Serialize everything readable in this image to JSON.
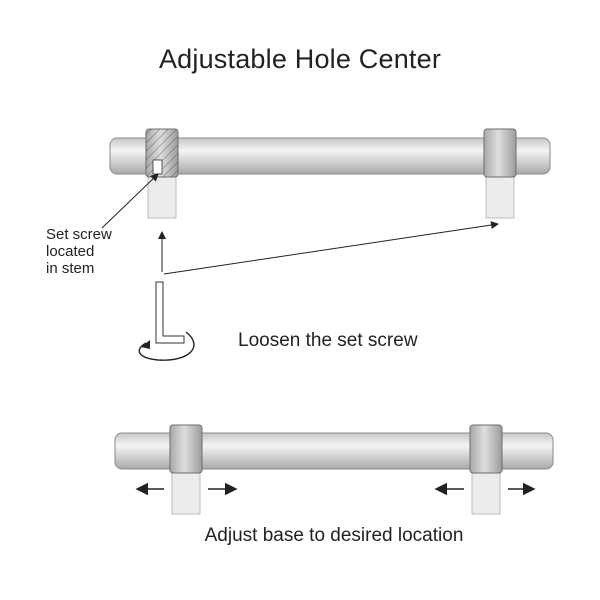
{
  "title": "Adjustable Hole Center",
  "step1": {
    "caption": "Loosen the set screw",
    "note_lines": [
      "Set screw",
      "located",
      "in stem"
    ]
  },
  "step2": {
    "caption": "Adjust base to desired location"
  },
  "colors": {
    "bar": "#d9d9d9",
    "stem": "#c4c4c4",
    "base": "#ececec",
    "line": "#222222"
  }
}
